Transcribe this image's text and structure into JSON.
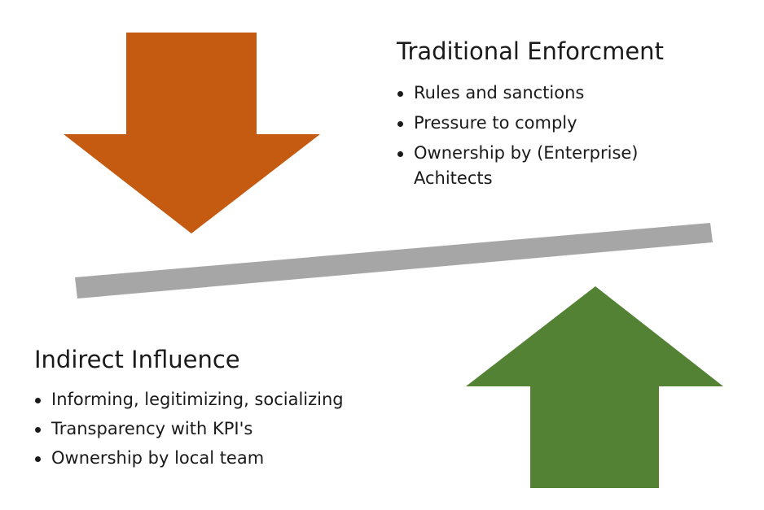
{
  "colors": {
    "down_arrow": "#c55a11",
    "up_arrow": "#548235",
    "lever": "#a6a6a6",
    "text": "#1a1a1a"
  },
  "traditional": {
    "title": "Traditional Enforcment",
    "items": [
      "Rules and sanctions",
      "Pressure to comply",
      "Ownership by (Enterprise) Achitects"
    ]
  },
  "indirect": {
    "title": "Indirect Influence",
    "items": [
      "Informing, legitimizing, socializing",
      "Transparency with KPI's",
      "Ownership by local team"
    ]
  }
}
